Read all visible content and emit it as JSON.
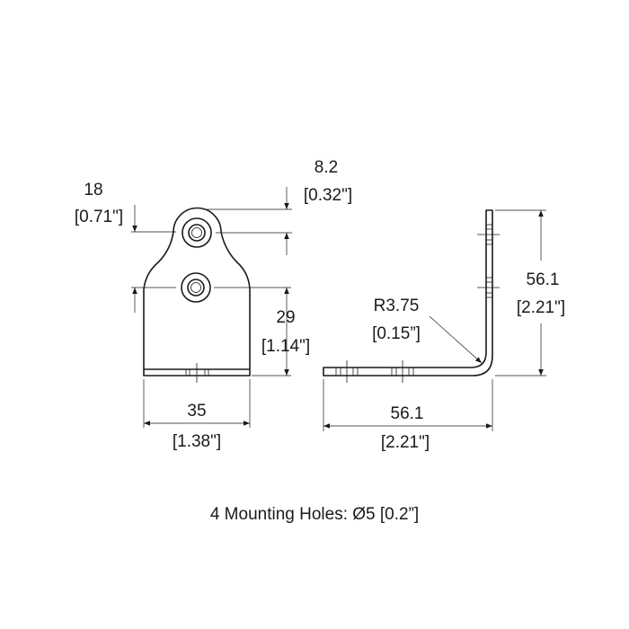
{
  "front_view": {
    "dim_tab_height": {
      "metric": "18",
      "imperial": "[0.71\"]"
    },
    "dim_hole_offset": {
      "metric": "8.2",
      "imperial": "[0.32\"]"
    },
    "dim_body_height": {
      "metric": "29",
      "imperial": "[1.14\"]"
    },
    "dim_width": {
      "metric": "35",
      "imperial": "[1.38\"]"
    }
  },
  "side_view": {
    "dim_radius": {
      "metric": "R3.75",
      "imperial": "[0.15”]"
    },
    "dim_height": {
      "metric": "56.1",
      "imperial": "[2.21\"]"
    },
    "dim_length": {
      "metric": "56.1",
      "imperial": "[2.21\"]"
    }
  },
  "note": "4 Mounting Holes: Ø5 [0.2”]"
}
